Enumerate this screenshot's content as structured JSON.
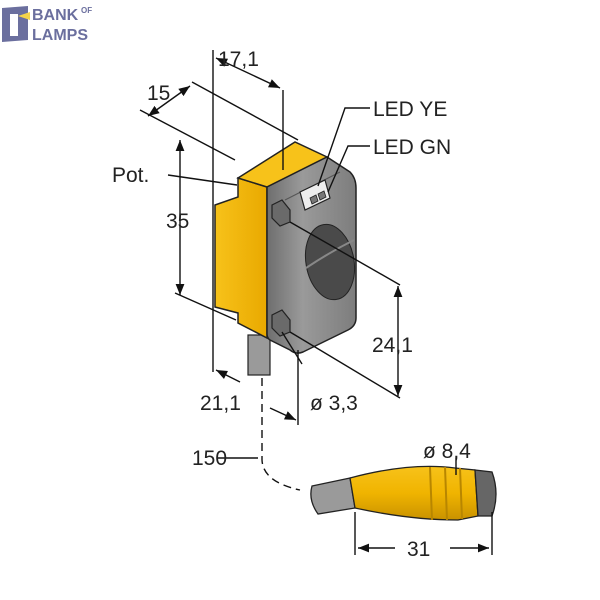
{
  "logo": {
    "line1": "BANK",
    "of": "OF",
    "line2": "LAMPS",
    "color": "#6b6f9e"
  },
  "labels": {
    "width_top": "17,1",
    "depth": "15",
    "pot": "Pot.",
    "height": "35",
    "led_ye": "LED YE",
    "led_gn": "LED GN",
    "hole_spacing": "24,1",
    "bottom_width": "21,1",
    "hole_diameter": "ø 3,3",
    "cable_length": "150",
    "connector_diameter": "ø 8,4",
    "connector_length": "31"
  },
  "colors": {
    "housing_yellow": "#f5b800",
    "front_grey": "#8a8a8a",
    "lens": "#4a4a4a"
  }
}
